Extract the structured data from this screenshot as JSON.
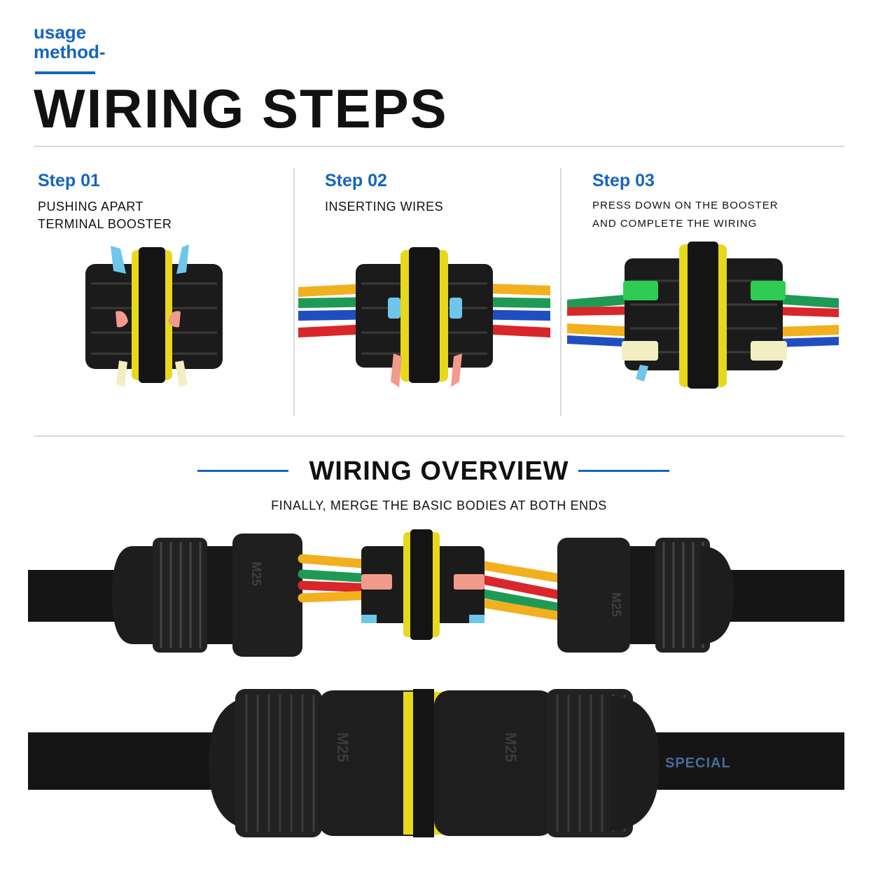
{
  "header": {
    "eyebrow_line1": "usage",
    "eyebrow_line2": "method-",
    "title": "WIRING STEPS"
  },
  "steps": [
    {
      "label": "Step 01",
      "desc_line1": "PUSHING APART",
      "desc_line2": "TERMINAL BOOSTER"
    },
    {
      "label": "Step 02",
      "desc_line1": "INSERTING WIRES",
      "desc_line2": ""
    },
    {
      "label": "Step 03",
      "desc_line1": "PRESS DOWN ON THE BOOSTER",
      "desc_line2": "AND COMPLETE THE WIRING"
    }
  ],
  "overview": {
    "title": "WIRING OVERVIEW",
    "subtitle": "FINALLY, MERGE THE BASIC BODIES AT BOTH ENDS"
  },
  "product_markings": {
    "thread_size": "M25",
    "cable_print": "SPECIAL"
  },
  "colors": {
    "accent_blue": "#1565c0",
    "connector_black": "#1b1b1b",
    "seal_yellow": "#e6d91c",
    "wire_yellow": "#f2b01e",
    "wire_red": "#d8262a",
    "wire_green": "#1f9a55",
    "wire_blue": "#1f4fbf",
    "lever_pink": "#f29a8c",
    "lever_light_blue": "#6ec6ea",
    "lever_green": "#2ecc55",
    "lever_cream": "#f3eec2"
  }
}
